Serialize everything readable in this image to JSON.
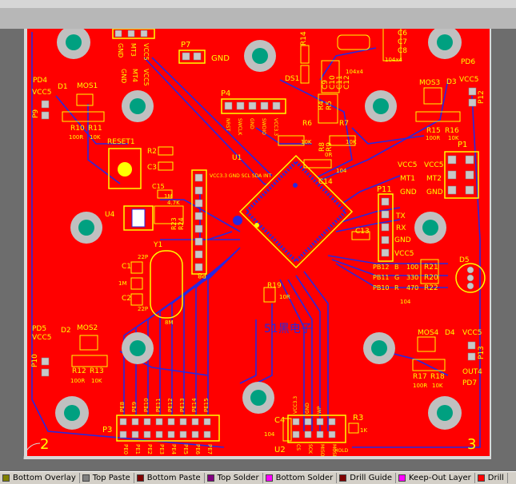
{
  "watermark": "51黑电子",
  "quadrants": [
    "2",
    "3"
  ],
  "components": [
    {
      "ref": "P7",
      "pin_labels": [
        "GND"
      ]
    },
    {
      "ref": "R14",
      "pin_labels": []
    },
    {
      "ref": "DS1",
      "pin_labels": []
    },
    {
      "ref": "C6",
      "pin_labels": []
    },
    {
      "ref": "C7",
      "pin_labels": []
    },
    {
      "ref": "C8",
      "pin_labels": []
    },
    {
      "ref": "C9",
      "pin_labels": []
    },
    {
      "ref": "C10",
      "pin_labels": []
    },
    {
      "ref": "C11",
      "pin_labels": []
    },
    {
      "ref": "C12",
      "pin_labels": []
    },
    {
      "ref": "PD4",
      "pin_labels": [
        "VCC5"
      ]
    },
    {
      "ref": "P9",
      "pin_labels": []
    },
    {
      "ref": "D1",
      "pin_labels": []
    },
    {
      "ref": "MOS1",
      "pin_labels": []
    },
    {
      "ref": "R10",
      "pin_labels": [
        "100R"
      ]
    },
    {
      "ref": "R11",
      "pin_labels": [
        "10K"
      ]
    },
    {
      "ref": "P4",
      "pin_labels": [
        "NRST",
        "SWCLK",
        "GND",
        "SWDIO",
        "VCC3.3"
      ]
    },
    {
      "ref": "R4",
      "pin_labels": []
    },
    {
      "ref": "R5",
      "pin_labels": []
    },
    {
      "ref": "R6",
      "pin_labels": [
        "10K"
      ]
    },
    {
      "ref": "R7",
      "pin_labels": [
        "10K"
      ]
    },
    {
      "ref": "R8",
      "pin_labels": []
    },
    {
      "ref": "R9",
      "pin_labels": [
        "0R"
      ]
    },
    {
      "ref": "PD6",
      "pin_labels": []
    },
    {
      "ref": "MOS3",
      "pin_labels": []
    },
    {
      "ref": "D3",
      "pin_labels": [
        "VCC5"
      ]
    },
    {
      "ref": "P12",
      "pin_labels": []
    },
    {
      "ref": "R15",
      "pin_labels": [
        "100R"
      ]
    },
    {
      "ref": "R16",
      "pin_labels": [
        "10K"
      ]
    },
    {
      "ref": "RESET1",
      "pin_labels": []
    },
    {
      "ref": "R2",
      "pin_labels": []
    },
    {
      "ref": "C3",
      "pin_labels": []
    },
    {
      "ref": "U1",
      "pin_labels": []
    },
    {
      "ref": "C14",
      "pin_labels": [
        "104"
      ]
    },
    {
      "ref": "C15",
      "pin_labels": []
    },
    {
      "ref": "P1",
      "pin_labels": [
        "VCC5",
        "VCC5",
        "MT1",
        "MT2",
        "GND",
        "GND"
      ]
    },
    {
      "ref": "U4",
      "pin_labels": []
    },
    {
      "ref": "R23",
      "pin_labels": [
        "4.7K"
      ]
    },
    {
      "ref": "R24",
      "pin_labels": []
    },
    {
      "ref": "P8",
      "pin_labels": [
        "VCC3.3",
        "GND",
        "SCL",
        "SDA",
        "INT"
      ]
    },
    {
      "ref": "P11",
      "pin_labels": [
        "TX",
        "RX",
        "GND",
        "VCC5"
      ]
    },
    {
      "ref": "C13",
      "pin_labels": []
    },
    {
      "ref": "Y1",
      "pin_labels": [
        "8M"
      ]
    },
    {
      "ref": "C1",
      "pin_labels": [
        "22P"
      ]
    },
    {
      "ref": "C2",
      "pin_labels": [
        "22P"
      ]
    },
    {
      "ref": "R21",
      "pin_labels": [
        "100"
      ]
    },
    {
      "ref": "R20",
      "pin_labels": [
        "330"
      ]
    },
    {
      "ref": "R22",
      "pin_labels": [
        "470"
      ]
    },
    {
      "ref": "D5",
      "pin_labels": []
    },
    {
      "ref": "R19",
      "pin_labels": [
        "10R"
      ]
    },
    {
      "ref": "PD5",
      "pin_labels": [
        "VCC5"
      ]
    },
    {
      "ref": "D2",
      "pin_labels": []
    },
    {
      "ref": "MOS2",
      "pin_labels": []
    },
    {
      "ref": "P10",
      "pin_labels": []
    },
    {
      "ref": "R12",
      "pin_labels": [
        "100R"
      ]
    },
    {
      "ref": "R13",
      "pin_labels": [
        "10K"
      ]
    },
    {
      "ref": "MOS4",
      "pin_labels": []
    },
    {
      "ref": "D4",
      "pin_labels": [
        "VCC5"
      ]
    },
    {
      "ref": "P13",
      "pin_labels": []
    },
    {
      "ref": "R17",
      "pin_labels": [
        "100R"
      ]
    },
    {
      "ref": "R18",
      "pin_labels": [
        "10K"
      ]
    },
    {
      "ref": "OUT4",
      "pin_labels": []
    },
    {
      "ref": "PD7",
      "pin_labels": []
    },
    {
      "ref": "P3",
      "pin_labels": [
        "PE8",
        "PE9",
        "PE10",
        "PE11",
        "PE12",
        "PE13",
        "PE14",
        "PE15",
        "PE0",
        "PE1",
        "PE2",
        "PE3",
        "PE4",
        "PE5",
        "PE6",
        "PE7"
      ]
    },
    {
      "ref": "C4",
      "pin_labels": [
        "104"
      ]
    },
    {
      "ref": "U2",
      "pin_labels": [
        "CS",
        "SCK",
        "MISO",
        "MOSI",
        "VCC3.3",
        "GND",
        "WP",
        "HOLD"
      ]
    },
    {
      "ref": "R3",
      "pin_labels": [
        "1K"
      ]
    }
  ],
  "extra_labels": {
    "p5_top": [
      "GND",
      "MT3",
      "VCC5",
      "GND",
      "MT4",
      "VCC5"
    ],
    "cap_value_c6": "104x4",
    "cap_value_c9": "104x4",
    "led_nets": [
      "PB12",
      "PB11",
      "PB10"
    ],
    "led_net_suffix": [
      "B",
      "G",
      "R"
    ],
    "d5_value": "104",
    "c15_value": "1M",
    "r1_label": "1K"
  },
  "layer_tabs": [
    {
      "label": "Bottom Overlay",
      "color": "#808000"
    },
    {
      "label": "Top Paste",
      "color": "#808080"
    },
    {
      "label": "Bottom Paste",
      "color": "#800000"
    },
    {
      "label": "Top Solder",
      "color": "#800080"
    },
    {
      "label": "Bottom Solder",
      "color": "#ff00ff"
    },
    {
      "label": "Drill Guide",
      "color": "#800000"
    },
    {
      "label": "Keep-Out Layer",
      "color": "#ff00ff"
    },
    {
      "label": "Drill",
      "color": "#ff0000"
    }
  ]
}
